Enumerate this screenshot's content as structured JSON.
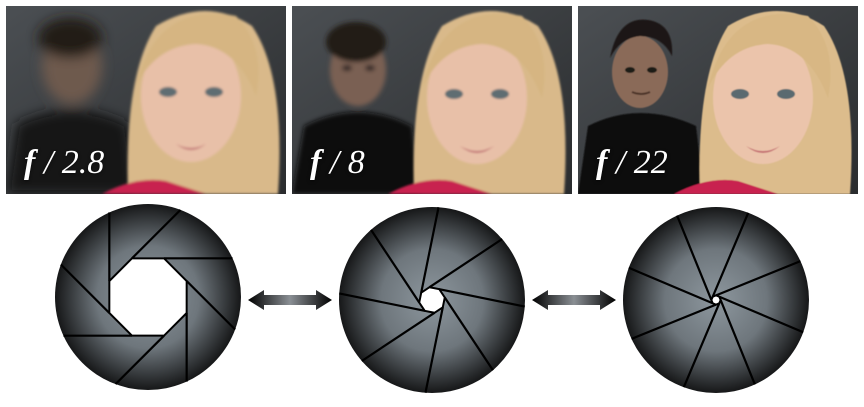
{
  "panels": [
    {
      "label_prefix": "f",
      "label_value": "/ 2.8",
      "aperture_ratio": 0.45,
      "background_blur": "strong"
    },
    {
      "label_prefix": "f",
      "label_value": "/ 8",
      "aperture_ratio": 0.14,
      "background_blur": "medium"
    },
    {
      "label_prefix": "f",
      "label_value": "/ 22",
      "aperture_ratio": 0.05,
      "background_blur": "none"
    }
  ],
  "icons": {
    "aperture": "aperture-icon",
    "arrow": "double-arrow-icon"
  },
  "colors": {
    "blade_light": "#8d979e",
    "blade_dark": "#161718",
    "blade_line": "#000000",
    "arrow_dark": "#000000",
    "arrow_light": "#8a8f94",
    "label_text": "#ffffff"
  }
}
